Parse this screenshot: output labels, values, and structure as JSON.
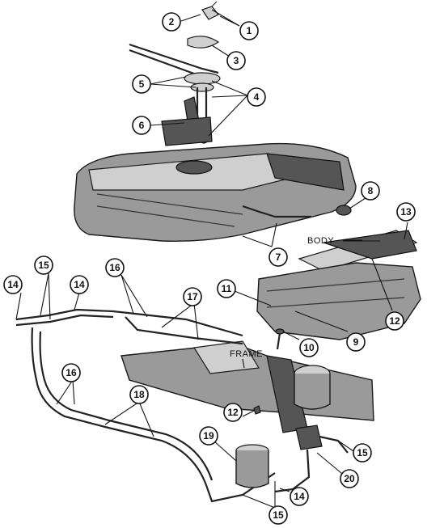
{
  "labels": {
    "body": "BODY",
    "frame": "FRAME"
  },
  "callouts": {
    "c1": "1",
    "c2": "2",
    "c3": "3",
    "c4": "4",
    "c5": "5",
    "c6": "6",
    "c7": "7",
    "c8": "8",
    "c9": "9",
    "c10": "10",
    "c11": "11",
    "c12a": "12",
    "c12b": "12",
    "c13": "13",
    "c14a": "14",
    "c14b": "14",
    "c14c": "14",
    "c15a": "15",
    "c15b": "15",
    "c15c": "15",
    "c16a": "16",
    "c16b": "16",
    "c17": "17",
    "c18": "18",
    "c19": "19",
    "c20": "20"
  }
}
